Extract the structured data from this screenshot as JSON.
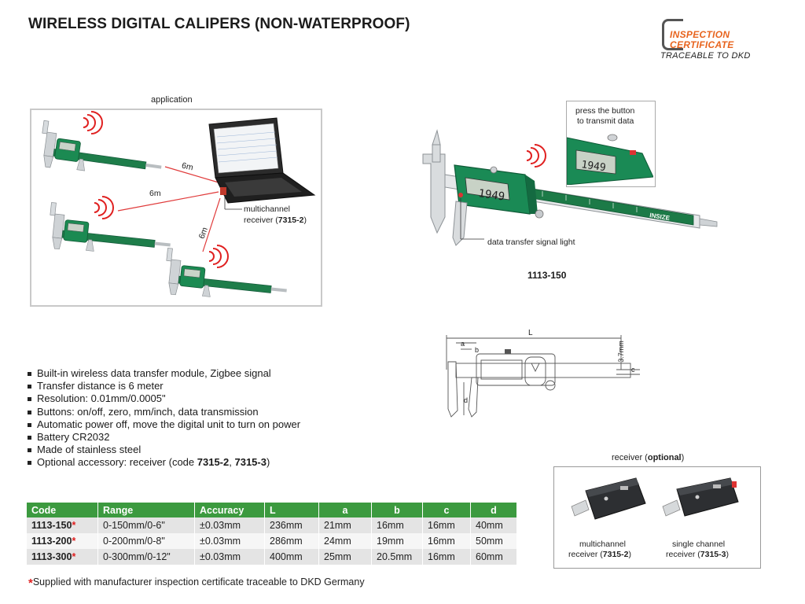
{
  "title": "WIRELESS DIGITAL CALIPERS (NON-WATERPROOF)",
  "certificate": {
    "line1": "INSPECTION",
    "line2": "CERTIFICATE",
    "line3": "TRACEABLE TO DKD",
    "color": "#e8641e"
  },
  "application": {
    "label": "application",
    "distance_1": "6m",
    "distance_2": "6m",
    "distance_3": "6m",
    "receiver_text": "multichannel",
    "receiver_text2": "receiver (",
    "receiver_code": "7315-2",
    "receiver_close": ")"
  },
  "product": {
    "callout_line1": "press the button",
    "callout_line2": "to transmit data",
    "display_value": "1949",
    "signal_light": "data transfer signal light",
    "model": "1113-150",
    "brand": "INSIZE"
  },
  "diagram": {
    "L": "L",
    "a": "a",
    "b": "b",
    "c": "c",
    "d": "d",
    "thickness": "3.7mm"
  },
  "specs": [
    "Built-in wireless data transfer module, Zigbee signal",
    "Transfer distance is 6 meter",
    "Resolution: 0.01mm/0.0005\"",
    "Buttons: on/off, zero, mm/inch, data transmission",
    "Automatic power off, move the digital unit to turn on power",
    "Battery CR2032",
    "Made of stainless steel"
  ],
  "spec_last": {
    "prefix": "Optional accessory: receiver (code ",
    "code1": "7315-2",
    "sep": ", ",
    "code2": "7315-3",
    "suffix": ")"
  },
  "table": {
    "headers": [
      "Code",
      "Range",
      "Accuracy",
      "L",
      "a",
      "b",
      "c",
      "d"
    ],
    "rows": [
      [
        "1113-150",
        "0-150mm/0-6\"",
        "±0.03mm",
        "236mm",
        "21mm",
        "16mm",
        "16mm",
        "40mm"
      ],
      [
        "1113-200",
        "0-200mm/0-8\"",
        "±0.03mm",
        "286mm",
        "24mm",
        "19mm",
        "16mm",
        "50mm"
      ],
      [
        "1113-300",
        "0-300mm/0-12\"",
        "±0.03mm",
        "400mm",
        "25mm",
        "20.5mm",
        "16mm",
        "60mm"
      ]
    ],
    "star": "*",
    "header_color": "#3c9a3f"
  },
  "footnote": {
    "star": "*",
    "text": "Supplied with manufacturer inspection certificate traceable to DKD Germany"
  },
  "receiver": {
    "label": "receiver (",
    "label_bold": "optional",
    "label_close": ")",
    "multi_line1": "multichannel",
    "multi_line2": "receiver (",
    "multi_code": "7315-2",
    "multi_close": ")",
    "single_line1": "single channel",
    "single_line2": "receiver (",
    "single_code": "7315-3",
    "single_close": ")"
  }
}
